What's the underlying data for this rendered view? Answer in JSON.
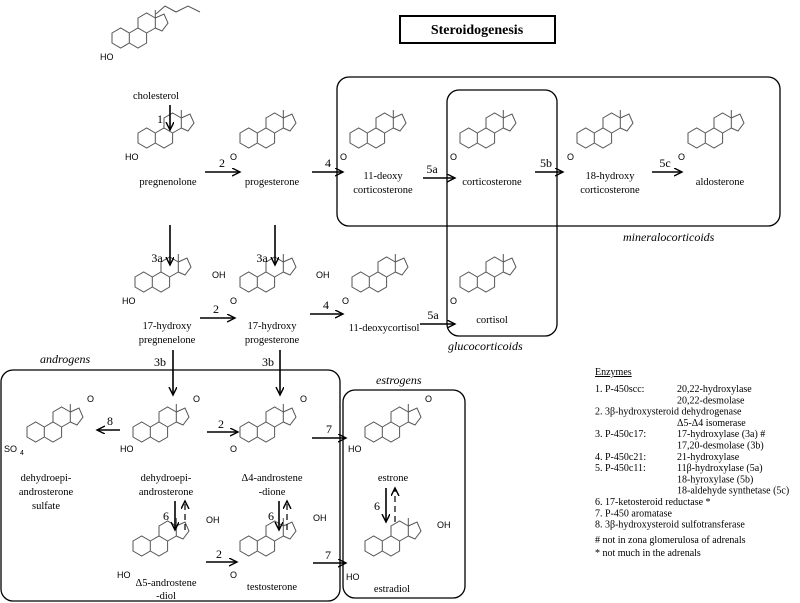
{
  "title": "Steroidogenesis",
  "compounds": {
    "cholesterol": [
      "cholesterol"
    ],
    "pregnenolone": [
      "pregnenolone"
    ],
    "progesterone": [
      "progesterone"
    ],
    "deoxycorticosterone": [
      "11-deoxy",
      "corticosterone"
    ],
    "corticosterone": [
      "corticosterone"
    ],
    "hydroxycorticosterone": [
      "18-hydroxy",
      "corticosterone"
    ],
    "aldosterone": [
      "aldosterone"
    ],
    "hydroxypregnenelone": [
      "17-hydroxy",
      "pregnenelone"
    ],
    "hydroxyprogesterone": [
      "17-hydroxy",
      "progesterone"
    ],
    "deoxycortisol": [
      "11-deoxycortisol"
    ],
    "cortisol": [
      "cortisol"
    ],
    "dheas": [
      "dehydroepi-",
      "androsterone",
      "sulfate"
    ],
    "dhea": [
      "dehydroepi-",
      "androsterone"
    ],
    "androstenedione": [
      "Δ4-androstene",
      "-dione"
    ],
    "estrone": [
      "estrone"
    ],
    "androstenediol": [
      "Δ5-androstene",
      "-diol"
    ],
    "testosterone": [
      "testosterone"
    ],
    "estradiol": [
      "estradiol"
    ]
  },
  "groups": {
    "mineralocorticoids": "mineralocorticoids",
    "glucocorticoids": "glucocorticoids",
    "androgens": "androgens",
    "estrogens": "estrogens"
  },
  "steps": [
    "1",
    "2",
    "4",
    "5a",
    "5b",
    "5c",
    "3a",
    "3a",
    "2",
    "4",
    "5a",
    "3b",
    "3b",
    "8",
    "2",
    "7",
    "6",
    "6",
    "6",
    "2",
    "7"
  ],
  "substituents": {
    "ho": "HO",
    "o": "O",
    "oh": "OH",
    "so4": "SO",
    "so4_sub": "4"
  },
  "enzymes": {
    "heading": "Enzymes",
    "rows": [
      [
        "1. P-450scc:",
        "20,22-hydroxylase"
      ],
      [
        "",
        "20,22-desmolase"
      ],
      [
        "2. 3β-hydroxysteroid dehydrogenase",
        ""
      ],
      [
        "",
        "Δ5-Δ4 isomerase"
      ],
      [
        "3. P-450c17:",
        "17-hydroxylase (3a) #"
      ],
      [
        "",
        "17,20-desmolase (3b)"
      ],
      [
        "4. P-450c21:",
        "21-hydroxylase"
      ],
      [
        "5. P-450c11:",
        "11β-hydroxylase (5a)"
      ],
      [
        "",
        "18-hyroxylase (5b)"
      ],
      [
        "",
        "18-aldehyde synthetase (5c)"
      ],
      [
        "6. 17-ketosteroid reductase *",
        ""
      ],
      [
        "7. P-450 aromatase",
        ""
      ],
      [
        "8. 3β-hydroxysteroid sulfotransferase",
        ""
      ]
    ],
    "notes": [
      "# not in zona glomerulosa of adrenals",
      "* not much in the adrenals"
    ]
  }
}
